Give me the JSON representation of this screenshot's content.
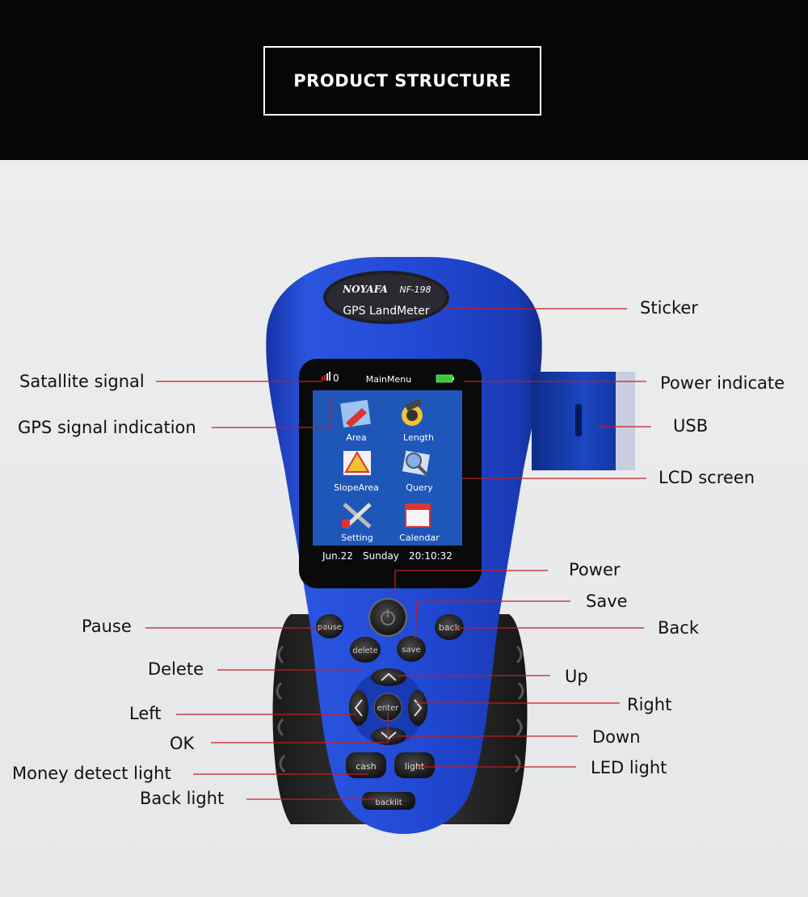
{
  "header": {
    "title": "PRODUCT STRUCTURE"
  },
  "device": {
    "brand": "NOYAFA",
    "model": "NF-198",
    "product_name": "GPS LandMeter",
    "screen": {
      "signal_text": "0",
      "menu_title": "MainMenu",
      "items": [
        "Area",
        "Length",
        "SlopeArea",
        "Query",
        "Setting",
        "Calendar"
      ],
      "status_date": "Jun.22",
      "status_day": "Sunday",
      "status_time": "20:10:32"
    },
    "buttons": {
      "pause": "pause",
      "delete": "delete",
      "save": "save",
      "back": "back",
      "enter": "enter",
      "cash": "cash",
      "light": "light",
      "backlit": "backlit"
    }
  },
  "callouts": {
    "sticker": "Sticker",
    "satellite_signal": "Satallite signal",
    "power_indicate": "Power indicate",
    "gps_signal": "GPS signal indication",
    "usb": "USB",
    "lcd_screen": "LCD screen",
    "power": "Power",
    "save": "Save",
    "pause": "Pause",
    "back": "Back",
    "delete": "Delete",
    "up": "Up",
    "right": "Right",
    "left": "Left",
    "ok": "OK",
    "down": "Down",
    "money_detect_light": "Money detect light",
    "led_light": "LED light",
    "back_light": "Back light"
  },
  "colors": {
    "device_body": "#1d3fc4",
    "grip": "#2b2b2b",
    "screen_bg": "#1f57b8",
    "leader_line": "#c41d24"
  }
}
